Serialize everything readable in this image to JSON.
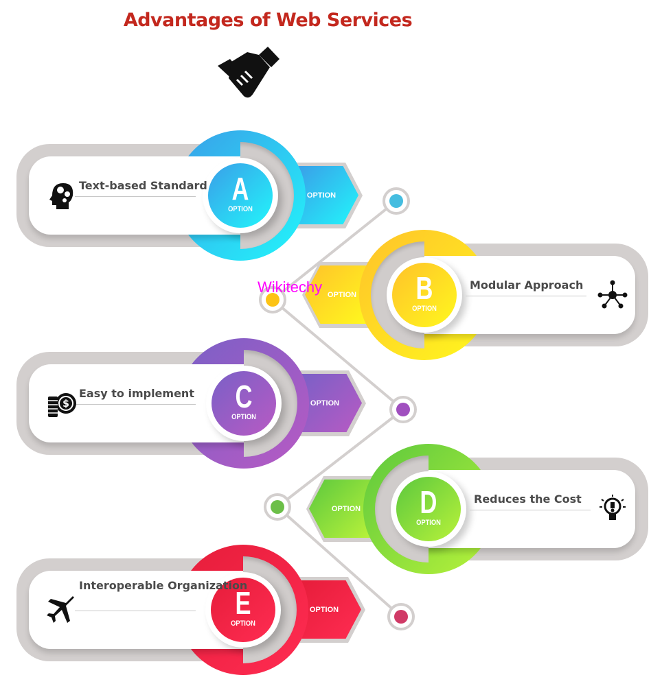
{
  "title": "Advantages of Web Services",
  "watermark": "Wikitechy",
  "items": [
    {
      "letter": "A",
      "option": "OPTION",
      "tab_label": "OPTION",
      "text": "Text-based Standard",
      "icon": "head-gears-icon",
      "color_from": "#3a9ee8",
      "color_to": "#22f6fb",
      "dot": "#45bde0"
    },
    {
      "letter": "B",
      "option": "OPTION",
      "tab_label": "OPTION",
      "text": "Modular Approach",
      "icon": "network-nodes-icon",
      "color_from": "#ffc22a",
      "color_to": "#fff81e",
      "dot": "#fcc315"
    },
    {
      "letter": "C",
      "option": "OPTION",
      "tab_label": "OPTION",
      "text": "Easy to implement",
      "icon": "coins-dollar-icon",
      "color_from": "#7a60c6",
      "color_to": "#b85ac4",
      "dot": "#a04fbf"
    },
    {
      "letter": "D",
      "option": "OPTION",
      "tab_label": "OPTION",
      "text": "Reduces the Cost",
      "icon": "lightbulb-icon",
      "color_from": "#5cc83e",
      "color_to": "#b8f23a",
      "dot": "#6cbf48"
    },
    {
      "letter": "E",
      "option": "OPTION",
      "tab_label": "OPTION",
      "text": "Interoperable Organization",
      "icon": "airplane-icon",
      "color_from": "#e61d3a",
      "color_to": "#ff2c52",
      "dot": "#d03a66"
    }
  ]
}
